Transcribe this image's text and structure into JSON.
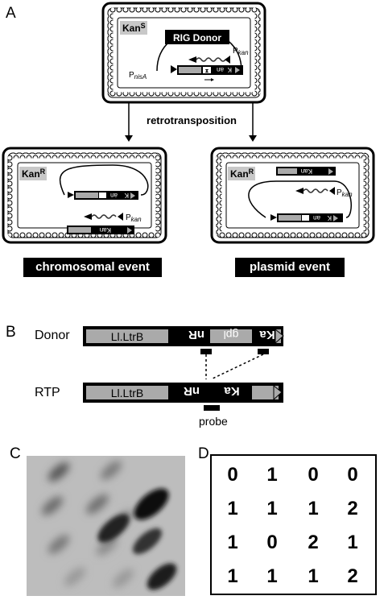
{
  "panels": {
    "a": "A",
    "b": "B",
    "c": "C",
    "d": "D"
  },
  "panel_a": {
    "top_cell": {
      "marker": "Kan",
      "marker_sup": "S",
      "plasmid_label": "RIG Donor",
      "promoter_kan": "P",
      "promoter_kan_sub": "kan",
      "promoter_nis": "P",
      "promoter_nis_sub": "nisA"
    },
    "arrow_label": "retrotransposition",
    "left_cell": {
      "marker": "Kan",
      "marker_sup": "R",
      "promoter_kan": "P",
      "promoter_kan_sub": "kan"
    },
    "right_cell": {
      "marker": "Kan",
      "marker_sup": "R",
      "promoter_kan": "P",
      "promoter_kan_sub": "kan"
    },
    "chromosomal_label": "chromosomal event",
    "plasmid_label": "plasmid event",
    "gene_text": "Kan",
    "gene_text_flipped": "Kan",
    "split_left": "K",
    "split_right": "an"
  },
  "panel_b": {
    "donor_label": "Donor",
    "rtp_label": "RTP",
    "ltrb": "Ll.LtrB",
    "nR": "nR",
    "gpl": "gpl",
    "ka": "Ka",
    "probe": "probe"
  },
  "panel_d": {
    "matrix": [
      [
        "0",
        "1",
        "0",
        "0"
      ],
      [
        "1",
        "1",
        "1",
        "2"
      ],
      [
        "1",
        "0",
        "2",
        "1"
      ],
      [
        "1",
        "1",
        "1",
        "2"
      ]
    ]
  }
}
